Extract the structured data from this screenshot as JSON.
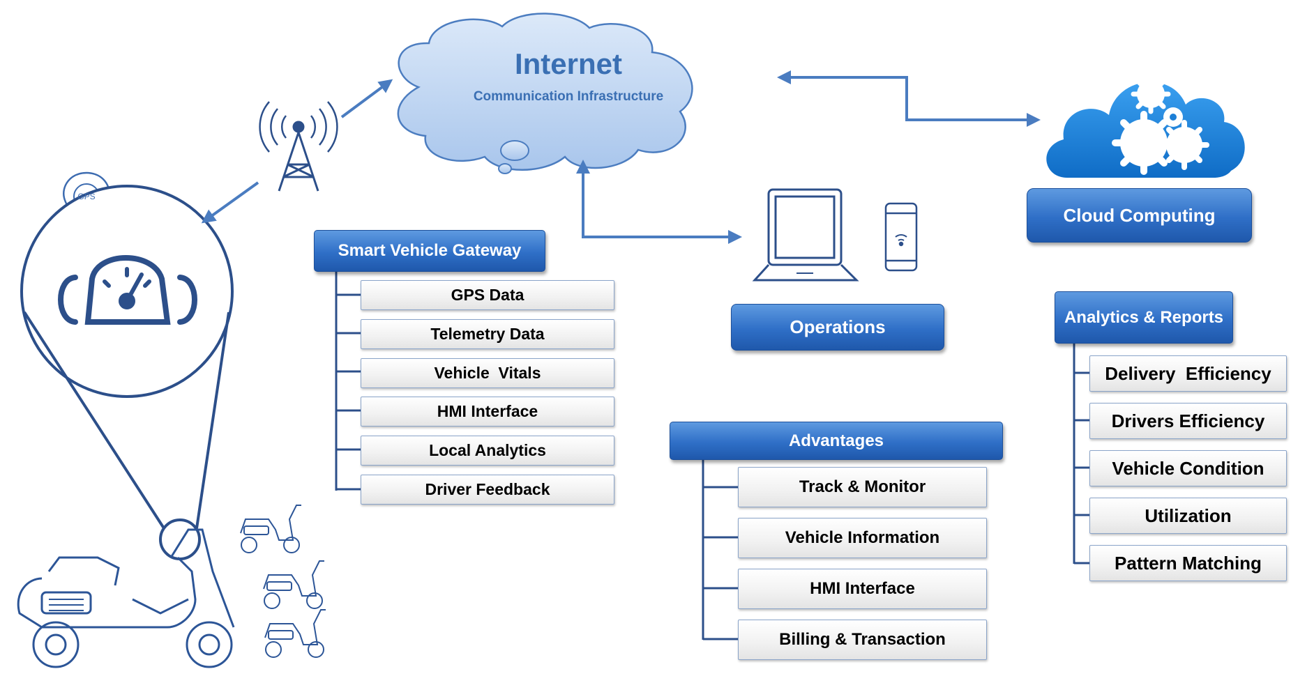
{
  "internet": {
    "title": "Internet",
    "subtitle": "Communication Infrastructure"
  },
  "gps_badge": "GPS",
  "cloud_computing": {
    "label": "Cloud Computing"
  },
  "operations": {
    "label": "Operations"
  },
  "gateway": {
    "title": "Smart Vehicle Gateway",
    "items": [
      "GPS Data",
      "Telemetry Data",
      "Vehicle  Vitals",
      "HMI Interface",
      "Local Analytics",
      "Driver Feedback"
    ]
  },
  "advantages": {
    "title": "Advantages",
    "items": [
      "Track & Monitor",
      "Vehicle Information",
      "HMI Interface",
      "Billing & Transaction"
    ]
  },
  "analytics": {
    "title": "Analytics & Reports",
    "items": [
      "Delivery  Efficiency",
      "Drivers Efficiency",
      "Vehicle Condition",
      "Utilization",
      "Pattern Matching"
    ]
  },
  "colors": {
    "accent": "#2f6fc7",
    "line": "#4a7cc0",
    "cloud_fill": "#bcd4f1",
    "cloud_icon": "#1d7fd6"
  }
}
